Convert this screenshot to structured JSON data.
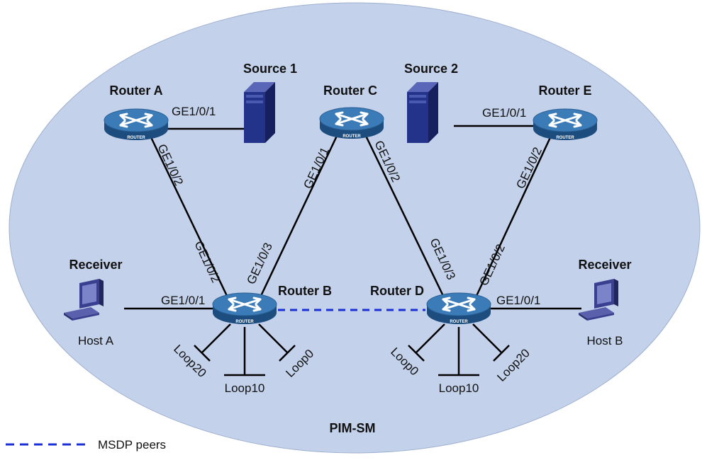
{
  "colors": {
    "domain_fill": "#c3d1ea",
    "domain_stroke": "#9eb0d0",
    "msdp_line": "#1a2fd8",
    "router_body": "#1d4d7e",
    "router_top": "#3b7cb8",
    "server": "#24338a",
    "host": "#4a4fa0"
  },
  "domain_label": "PIM-SM",
  "legend": {
    "label": "MSDP peers"
  },
  "routers": {
    "a": {
      "name": "Router A",
      "badge": "ROUTER"
    },
    "b": {
      "name": "Router B",
      "badge": "ROUTER"
    },
    "c": {
      "name": "Router C",
      "badge": "ROUTER"
    },
    "d": {
      "name": "Router D",
      "badge": "ROUTER"
    },
    "e": {
      "name": "Router E",
      "badge": "ROUTER"
    }
  },
  "sources": {
    "s1": "Source 1",
    "s2": "Source 2"
  },
  "hosts": {
    "a": {
      "role": "Receiver",
      "name": "Host A"
    },
    "b": {
      "role": "Receiver",
      "name": "Host B"
    }
  },
  "interfaces": {
    "a_src": "GE1/0/1",
    "a_b": "GE1/0/2",
    "b_a": "GE1/0/2",
    "b_c": "GE1/0/3",
    "b_host": "GE1/0/1",
    "c_b": "GE1/0/1",
    "c_d": "GE1/0/2",
    "d_c": "GE1/0/3",
    "d_e": "GE1/0/2",
    "d_host": "GE1/0/1",
    "e_src": "GE1/0/1",
    "e_d": "GE1/0/2"
  },
  "loopbacks": {
    "b": [
      "Loop20",
      "Loop10",
      "Loop0"
    ],
    "d": [
      "Loop0",
      "Loop10",
      "Loop20"
    ]
  }
}
